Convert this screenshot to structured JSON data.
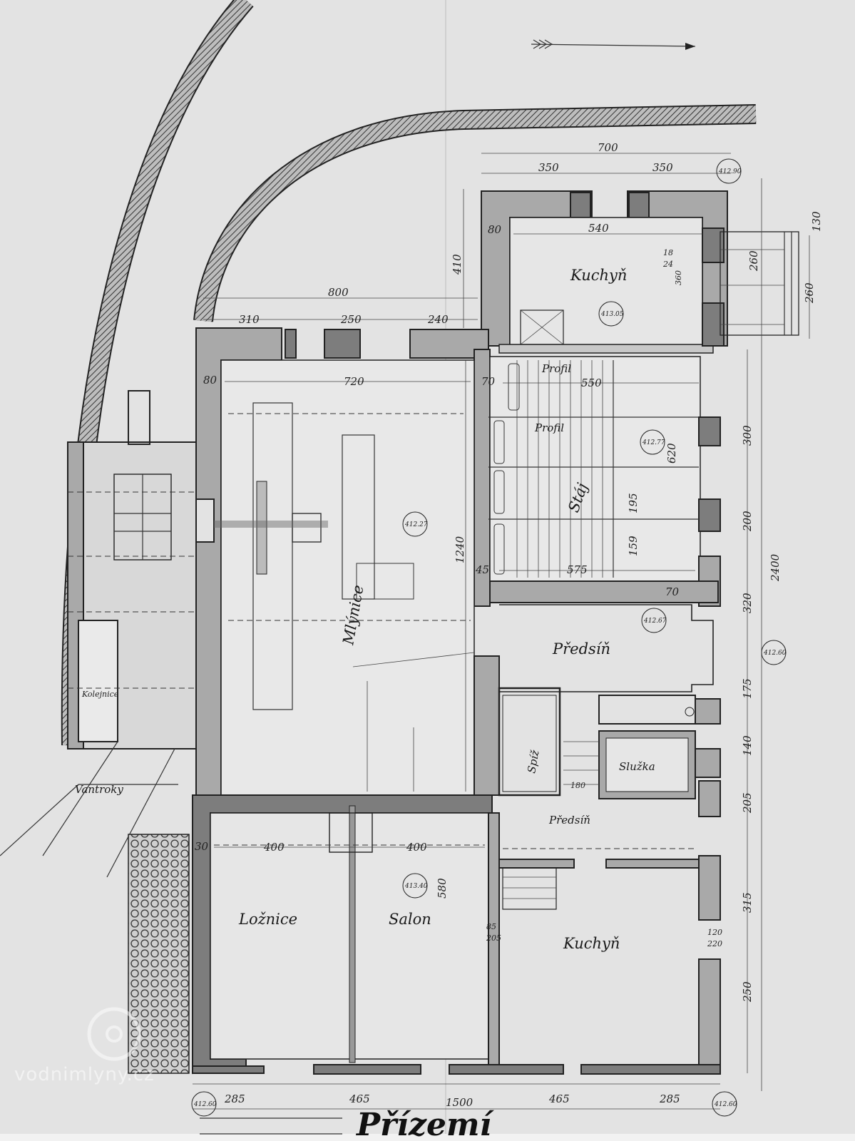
{
  "title": "Přízemí",
  "watermark": "vodnimlyny.cz",
  "rooms": {
    "kitchen_top": "Kuchyň",
    "profile_1": "Profil",
    "profile_2": "Profil",
    "stable": "Stáj",
    "mill_room": "Mlýnice",
    "hall_1": "Předsíň",
    "pantry": "Spíž",
    "maid_room": "Služka",
    "hall_2": "Předsíň",
    "bedroom": "Ložnice",
    "salon": "Salon",
    "kitchen_bottom": "Kuchyň",
    "rails": "Kolejnice",
    "sluices": "Vantroky"
  },
  "elevations": [
    "412.90",
    "413.05",
    "412.27",
    "412.77",
    "412.67",
    "412.60",
    "413.40",
    "412.60",
    "412.60"
  ],
  "dimensions": {
    "top_total": "700",
    "top_left": "350",
    "top_right": "350",
    "kitchen_width": "540",
    "kitchen_wall": "80",
    "kitchen_depth": "410",
    "mill_total": "800",
    "mill_seg1": "310",
    "mill_seg2": "250",
    "mill_seg3": "240",
    "mill_wall": "80",
    "mill_width": "720",
    "stable_wall": "70",
    "stable_width": "550",
    "mill_depth": "1240",
    "stable_wall2": "45",
    "stable_bottom": "575",
    "hall_wall": "70",
    "bed_width": "400",
    "salon_width": "400",
    "salon_depth": "580",
    "left_wall": "30",
    "bottom_1": "285",
    "bottom_2": "465",
    "bottom_3": "465",
    "bottom_4": "285",
    "bottom_total": "1500",
    "right_total": "2400",
    "right_1": "300",
    "right_2": "200",
    "right_3": "320",
    "right_4": "175",
    "right_5": "140",
    "right_6": "205",
    "right_7": "315",
    "right_8": "250",
    "stair_1": "260",
    "stair_2": "130",
    "stair_3": "260",
    "window_1": "18",
    "window_2": "24",
    "window_3": "360",
    "door_1": "85",
    "door_2": "205",
    "win_4": "120",
    "win_5": "220",
    "room_dim": "180",
    "stable_dim": "620",
    "stable_dim2": "195",
    "stable_dim3": "159"
  }
}
